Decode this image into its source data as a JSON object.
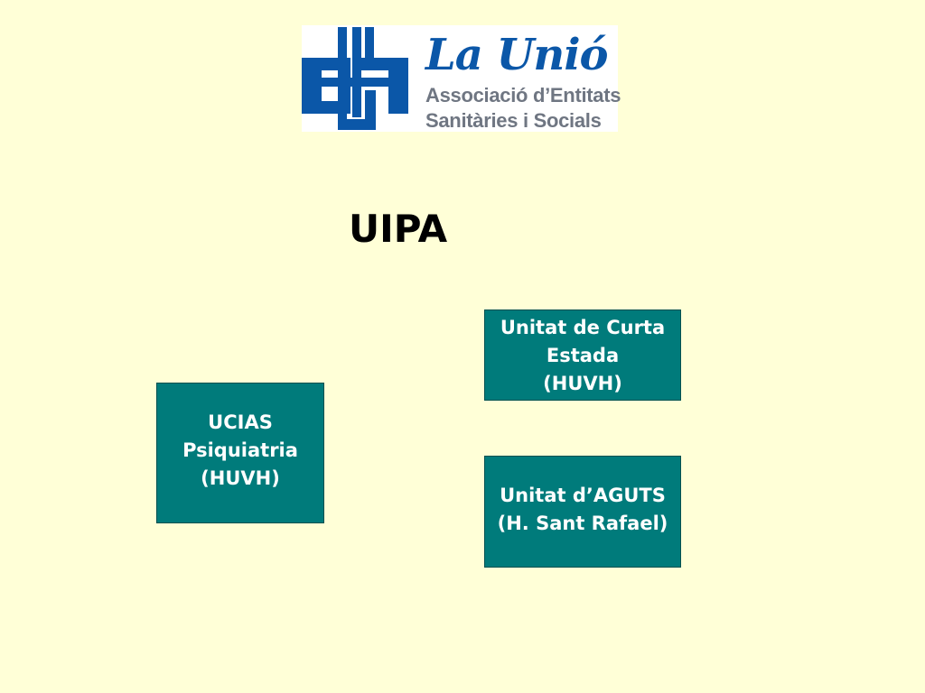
{
  "logo": {
    "title": "La Unió",
    "subtitle_line1": "Associació d’Entitats",
    "subtitle_line2": "Sanitàries i Socials",
    "colors": {
      "blue": "#0b57a8",
      "gray": "#6f7682"
    }
  },
  "diagram": {
    "title": "UIPA",
    "box_color": "#007b7b",
    "nodes": {
      "ucias": {
        "line1": "UCIAS",
        "line2": "Psiquiatria",
        "line3": "(HUVH)"
      },
      "curta_estada": {
        "line1": "Unitat de Curta",
        "line2": "Estada",
        "line3": "(HUVH)"
      },
      "aguts": {
        "line1": "Unitat d’AGUTS",
        "line2": "(H. Sant Rafael)"
      }
    }
  }
}
